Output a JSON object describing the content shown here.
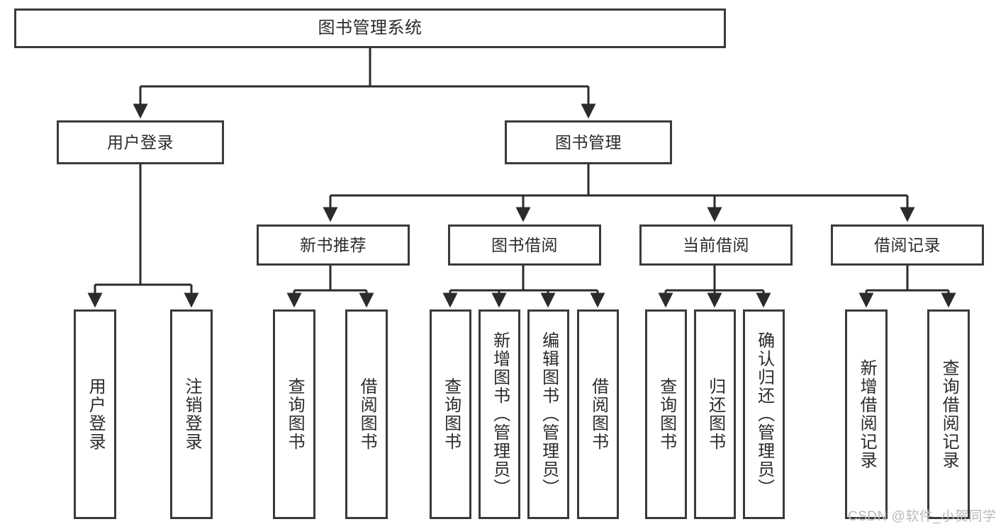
{
  "diagram": {
    "title": "图书管理系统",
    "type": "tree-hierarchy",
    "colors": {
      "border": "#3a3a3a",
      "text": "#2b2b2b",
      "background": "#ffffff",
      "connector": "#2b2b2b",
      "watermark": "#b9b9b9"
    },
    "root": {
      "label": "图书管理系统"
    },
    "level2": [
      {
        "id": "user-login",
        "label": "用户登录"
      },
      {
        "id": "book-manage",
        "label": "图书管理"
      }
    ],
    "level3": [
      {
        "id": "new-book-recommend",
        "label": "新书推荐"
      },
      {
        "id": "book-borrow",
        "label": "图书借阅"
      },
      {
        "id": "current-borrow",
        "label": "当前借阅"
      },
      {
        "id": "borrow-record",
        "label": "借阅记录"
      }
    ],
    "leaves": {
      "user-login": [
        {
          "id": "leaf-user-login",
          "label": "用户登录"
        },
        {
          "id": "leaf-logout",
          "label": "注销登录"
        }
      ],
      "new-book-recommend": [
        {
          "id": "leaf-query-book-1",
          "label": "查询图书"
        },
        {
          "id": "leaf-borrow-book-1",
          "label": "借阅图书"
        }
      ],
      "book-borrow": [
        {
          "id": "leaf-query-book-2",
          "label": "查询图书"
        },
        {
          "id": "leaf-add-book",
          "label": "新增图书（管理员）"
        },
        {
          "id": "leaf-edit-book",
          "label": "编辑图书（管理员）"
        },
        {
          "id": "leaf-borrow-book-2",
          "label": "借阅图书"
        }
      ],
      "current-borrow": [
        {
          "id": "leaf-query-book-3",
          "label": "查询图书"
        },
        {
          "id": "leaf-return-book",
          "label": "归还图书"
        },
        {
          "id": "leaf-confirm-return",
          "label": "确认归还（管理员）"
        }
      ],
      "borrow-record": [
        {
          "id": "leaf-add-record",
          "label": "新增借阅记录"
        },
        {
          "id": "leaf-query-record",
          "label": "查询借阅记录"
        }
      ]
    }
  },
  "watermark": {
    "text": "CSDN @软件_小贺同学"
  }
}
